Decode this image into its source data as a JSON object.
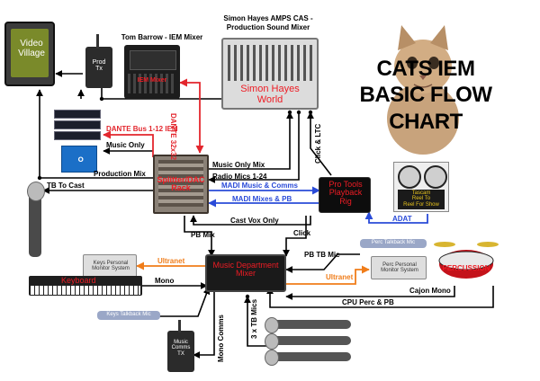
{
  "title": [
    "CATS IEM",
    "BASIC FLOW",
    "CHART"
  ],
  "headers": {
    "iem_mixer": "Tom Barrow - IEM Mixer",
    "production_mixer": [
      "Simon Hayes AMPS CAS -",
      "Production Sound Mixer"
    ]
  },
  "devices": {
    "video_village": [
      "Video",
      "Village"
    ],
    "prod_tx": [
      "Prod",
      "Tx"
    ],
    "iem_mixer": "IEM Mixer",
    "simon_hayes_world": [
      "Simon Hayes",
      "World"
    ],
    "splitter_dac_rack": [
      "Splitter/DAC",
      "Rack"
    ],
    "pro_tools_playback_rig": [
      "Pro Tools",
      "Playback",
      "Rig"
    ],
    "tascam": [
      "Tascam",
      "Reel To",
      "Reel For Show"
    ],
    "music_department_mixer": [
      "Music Department",
      "Mixer"
    ],
    "keys_personal_monitor": [
      "Keys Personal",
      "Monitor System"
    ],
    "perc_personal_monitor": [
      "Perc Personal",
      "Monitor System"
    ],
    "keyboard": "Keyboard",
    "keys_talkback_mic": "Keys Talkback Mic",
    "perc_talkback_mic": "Perc Talkback Mic",
    "percussion": "PERCUSSION",
    "music_comms_tx": [
      "Music",
      "Comms",
      "TX"
    ]
  },
  "labels": {
    "dante_32x32": "DANTE 32x32",
    "dante_bus": "DANTE Bus 1-12 IEM",
    "music_only": "Music Only",
    "production_mix": "Production Mix",
    "tb_to_cast": "TB To Cast",
    "music_only_mix": "Music Only Mix",
    "radio_mics": "Radio Mics 1-24",
    "click_ltc": "Click & LTC",
    "madi_music_comms": "MADI Music & Comms",
    "madi_mixes_pb": "MADI Mixes & PB",
    "adat": "ADAT",
    "cast_vox_only": "Cast Vox Only",
    "pb_mix": "PB Mix",
    "click": "Click",
    "pb_tb_mic": "PB TB Mic",
    "ultranet_left": "Ultranet",
    "ultranet_right": "Ultranet",
    "mono": "Mono",
    "cajon_mono": "Cajon Mono",
    "cpu_perc_pb": "CPU Perc & PB",
    "three_tb_mics": "3 x TB Mics",
    "mono_comms": "Mono Comms"
  },
  "colors": {
    "dante": "#e3262d",
    "madi": "#2a4bd8",
    "ultranet": "#f07d1a",
    "device_text": "#ee1c24",
    "audio": "#000000"
  }
}
